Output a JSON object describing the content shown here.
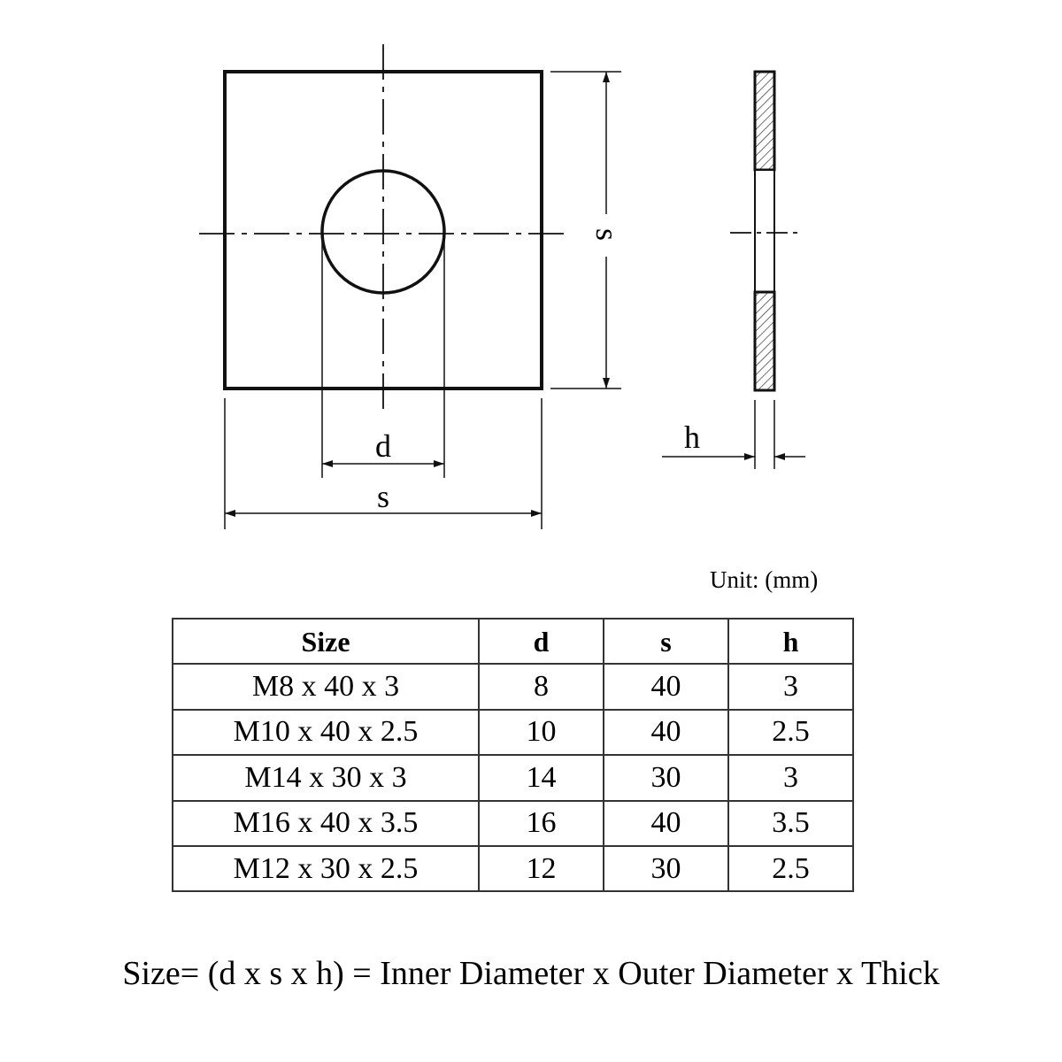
{
  "drawing": {
    "labels": {
      "d": "d",
      "s_bottom": "s",
      "s_right": "s",
      "h": "h"
    }
  },
  "unit": "Unit: (mm)",
  "table": {
    "headers": [
      "Size",
      "d",
      "s",
      "h"
    ],
    "rows": [
      [
        "M8 x 40 x 3",
        "8",
        "40",
        "3"
      ],
      [
        "M10 x 40 x 2.5",
        "10",
        "40",
        "2.5"
      ],
      [
        "M14 x 30 x 3",
        "14",
        "30",
        "3"
      ],
      [
        "M16 x 40 x 3.5",
        "16",
        "40",
        "3.5"
      ],
      [
        "M12 x 30 x 2.5",
        "12",
        "30",
        "2.5"
      ]
    ]
  },
  "formula": "Size= (d x s x h) = Inner Diameter x Outer Diameter x Thick"
}
